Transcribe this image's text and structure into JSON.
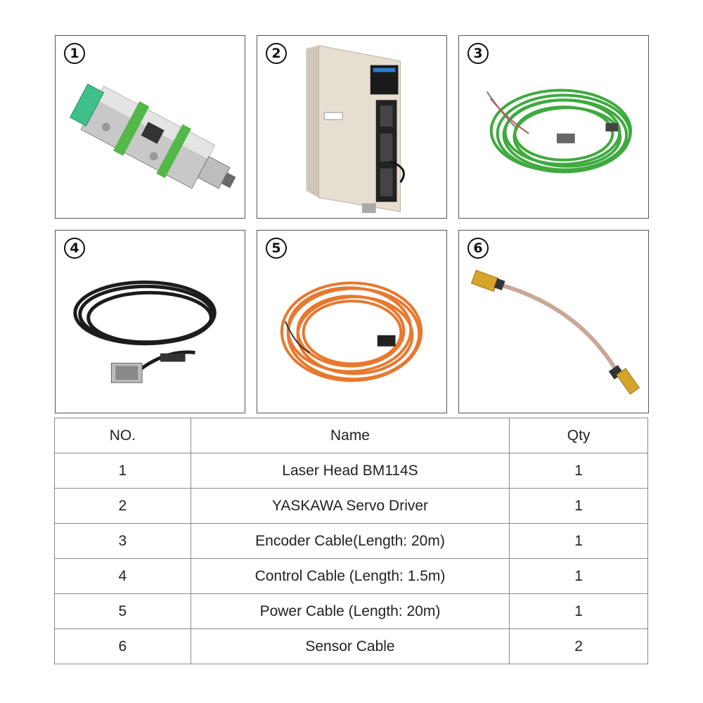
{
  "panels": [
    {
      "number": "1",
      "image": "laser-head"
    },
    {
      "number": "2",
      "image": "servo-driver"
    },
    {
      "number": "3",
      "image": "green-encoder-cable"
    },
    {
      "number": "4",
      "image": "black-control-cable"
    },
    {
      "number": "5",
      "image": "orange-power-cable"
    },
    {
      "number": "6",
      "image": "sensor-cable"
    }
  ],
  "colors": {
    "green_cable": "#3eaa3e",
    "orange_cable": "#e8782e",
    "black_cable": "#1c1c1c",
    "sensor_cable": "#c9a89a",
    "driver_body": "#e6ded0"
  },
  "table": {
    "headers": [
      "NO.",
      "Name",
      "Qty"
    ],
    "rows": [
      {
        "no": "1",
        "name": "Laser Head BM114S",
        "qty": "1"
      },
      {
        "no": "2",
        "name": "YASKAWA Servo Driver",
        "qty": "1"
      },
      {
        "no": "3",
        "name": "Encoder Cable(Length: 20m)",
        "qty": "1"
      },
      {
        "no": "4",
        "name": "Control Cable (Length: 1.5m)",
        "qty": "1"
      },
      {
        "no": "5",
        "name": "Power Cable (Length: 20m)",
        "qty": "1"
      },
      {
        "no": "6",
        "name": "Sensor Cable",
        "qty": "2"
      }
    ]
  }
}
